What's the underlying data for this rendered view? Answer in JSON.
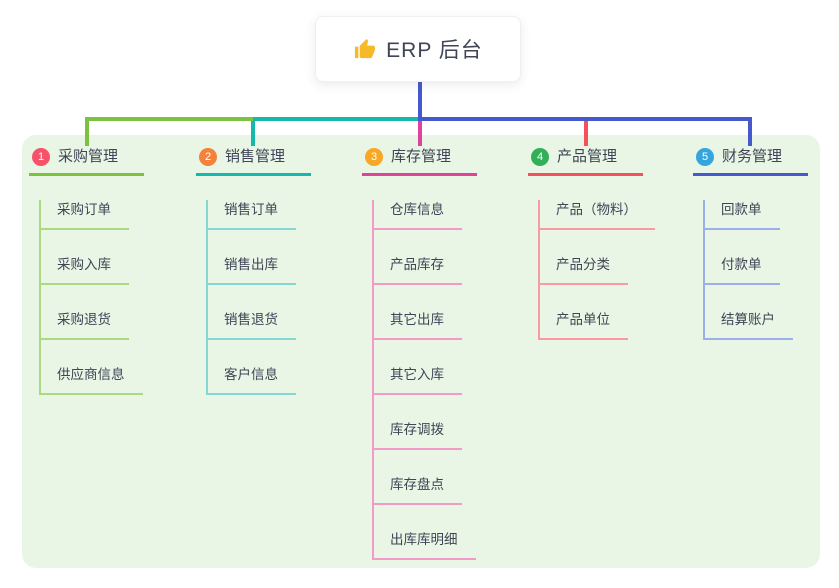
{
  "root": {
    "title": "ERP 后台",
    "icon": "thumbs-up-icon",
    "icon_color": "#f7b928"
  },
  "colors": {
    "canvas_bg": "#ffffff",
    "panel_bg": "#e9f6e5",
    "text": "#3f4456",
    "root_connector": "#4558ce"
  },
  "branches": [
    {
      "number": "1",
      "label": "采购管理",
      "badge_color": "#f8516a",
      "line_color": "#7cc13f",
      "child_line_color": "#a9d983",
      "children": [
        "采购订单",
        "采购入库",
        "采购退货",
        "供应商信息"
      ]
    },
    {
      "number": "2",
      "label": "销售管理",
      "badge_color": "#f5823b",
      "line_color": "#14b8ac",
      "child_line_color": "#83d9d1",
      "children": [
        "销售订单",
        "销售出库",
        "销售退货",
        "客户信息"
      ]
    },
    {
      "number": "3",
      "label": "库存管理",
      "badge_color": "#f9a826",
      "line_color": "#e0419b",
      "child_line_color": "#f29bc8",
      "children": [
        "仓库信息",
        "产品库存",
        "其它出库",
        "其它入库",
        "库存调拨",
        "库存盘点",
        "出库库明细"
      ]
    },
    {
      "number": "4",
      "label": "产品管理",
      "badge_color": "#31b057",
      "line_color": "#f4515c",
      "child_line_color": "#f79ba0",
      "children": [
        "产品（物料）",
        "产品分类",
        "产品单位"
      ]
    },
    {
      "number": "5",
      "label": "财务管理",
      "badge_color": "#36a5dd",
      "line_color": "#4558ce",
      "child_line_color": "#9bb0e8",
      "children": [
        "回款单",
        "付款单",
        "结算账户"
      ]
    }
  ]
}
